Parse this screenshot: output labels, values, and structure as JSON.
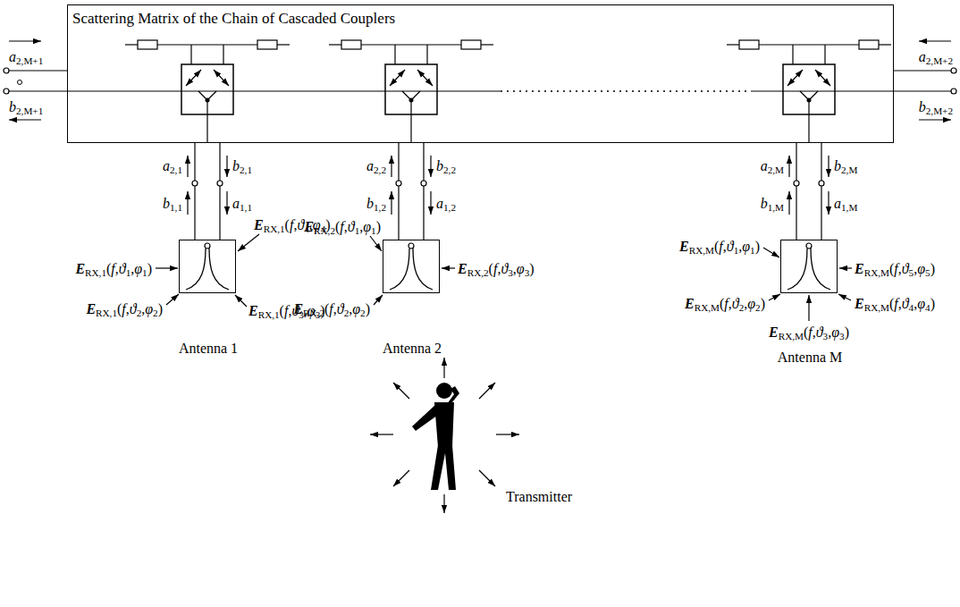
{
  "diagram": {
    "nodes": [
      {
        "text": [
          "Scattering Matrix of the Chain of Cascaded Couplers"
        ]
      },
      {
        "text": [
          "Antenna 1"
        ]
      },
      {
        "text": [
          "Antenna 2"
        ]
      },
      {
        "text": [
          "Antenna M"
        ]
      }
    ],
    "edges": [
      {
        "from": 1,
        "to": 0,
        "arrow": "none"
      },
      {
        "from": 1,
        "to": 0,
        "arrow": "none"
      },
      {
        "from": 2,
        "to": 0,
        "arrow": "none"
      },
      {
        "from": 2,
        "to": 0,
        "arrow": "none"
      },
      {
        "from": 3,
        "to": 0,
        "arrow": "none"
      },
      {
        "from": 3,
        "to": 0,
        "arrow": "none"
      }
    ],
    "labels": [
      "a2,M+1",
      "b2,M+1",
      "a2,M+2",
      "b2,M+2",
      "a2,1",
      "b2,1",
      "b1,1",
      "a1,1",
      "a2,2",
      "b2,2",
      "b1,2",
      "a1,2",
      "a2,M",
      "b2,M",
      "b1,M",
      "a1,M",
      "ERX,1(f,ϑ1,φ1)",
      "ERX,1(f,ϑ4,φ4)",
      "ERX,1(f,ϑ2,φ2)",
      "ERX,1(f,ϑ3,φ3)",
      "ERX,2(f,ϑ1,φ1)",
      "ERX,2(f,ϑ3,φ3)",
      "ERX,2(f,ϑ2,φ2)",
      "ERX,M(f,ϑ1,φ1)",
      "ERX,M(f,ϑ5,φ5)",
      "ERX,M(f,ϑ2,φ2)",
      "ERX,M(f,ϑ4,φ4)",
      "ERX,M(f,ϑ3,φ3)",
      "Transmitter"
    ]
  }
}
